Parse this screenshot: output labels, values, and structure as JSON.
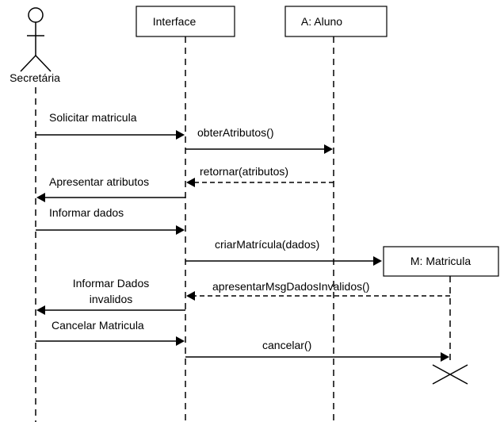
{
  "participants": {
    "actor": {
      "label": "Secretária"
    },
    "interface": {
      "label": "Interface"
    },
    "aluno": {
      "label": "A: Aluno"
    },
    "matricula": {
      "label": "M: Matricula"
    }
  },
  "messages": [
    {
      "id": "m1",
      "from": "actor",
      "to": "interface",
      "kind": "sync",
      "lines": [
        "Solicitar matricula"
      ]
    },
    {
      "id": "m2",
      "from": "interface",
      "to": "aluno",
      "kind": "sync",
      "lines": [
        "obterAtributos()"
      ]
    },
    {
      "id": "m3",
      "from": "aluno",
      "to": "interface",
      "kind": "return",
      "lines": [
        "retornar(atributos)"
      ]
    },
    {
      "id": "m4",
      "from": "interface",
      "to": "actor",
      "kind": "sync",
      "lines": [
        "Apresentar  atributos"
      ]
    },
    {
      "id": "m5",
      "from": "actor",
      "to": "interface",
      "kind": "sync",
      "lines": [
        "Informar dados"
      ]
    },
    {
      "id": "m6",
      "from": "interface",
      "to": "matricula",
      "kind": "create",
      "lines": [
        "criarMatrícula(dados)"
      ]
    },
    {
      "id": "m7",
      "from": "matricula",
      "to": "interface",
      "kind": "return",
      "lines": [
        "apresentarMsgDadosInvalidos()"
      ]
    },
    {
      "id": "m8",
      "from": "interface",
      "to": "actor",
      "kind": "sync",
      "lines": [
        "Informar Dados",
        "invalidos"
      ]
    },
    {
      "id": "m9",
      "from": "actor",
      "to": "interface",
      "kind": "sync",
      "lines": [
        "Cancelar Matricula"
      ]
    },
    {
      "id": "m10",
      "from": "interface",
      "to": "matricula",
      "kind": "destroy",
      "lines": [
        "cancelar()"
      ]
    }
  ]
}
